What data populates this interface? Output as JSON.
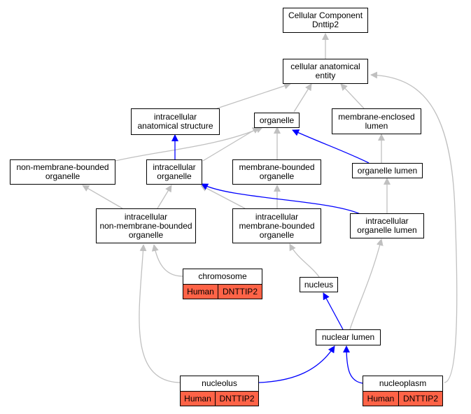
{
  "colors": {
    "is_a_edge": "#c0c0c0",
    "part_of_edge": "#0000ff",
    "annotation_fill": "#ff6347"
  },
  "nodes": {
    "root": "Cellular Component\nDnttip2",
    "cae": "cellular anatomical\nentity",
    "ias": "intracellular\nanatomical structure",
    "organelle": "organelle",
    "mel": "membrane-enclosed\nlumen",
    "nmbo": "non-membrane-bounded\norganelle",
    "io": "intracellular\norganelle",
    "mbo": "membrane-bounded\norganelle",
    "ol": "organelle lumen",
    "inmbo": "intracellular\nnon-membrane-bounded\norganelle",
    "imbo": "intracellular\nmembrane-bounded\norganelle",
    "iol": "intracellular\norganelle lumen",
    "chromosome": "chromosome",
    "nucleus": "nucleus",
    "nuclear_lumen": "nuclear lumen",
    "nucleolus": "nucleolus",
    "nucleoplasm": "nucleoplasm"
  },
  "annotations": {
    "chromosome": {
      "species": "Human",
      "gene": "DNTTIP2"
    },
    "nucleolus": {
      "species": "Human",
      "gene": "DNTTIP2"
    },
    "nucleoplasm": {
      "species": "Human",
      "gene": "DNTTIP2"
    }
  }
}
